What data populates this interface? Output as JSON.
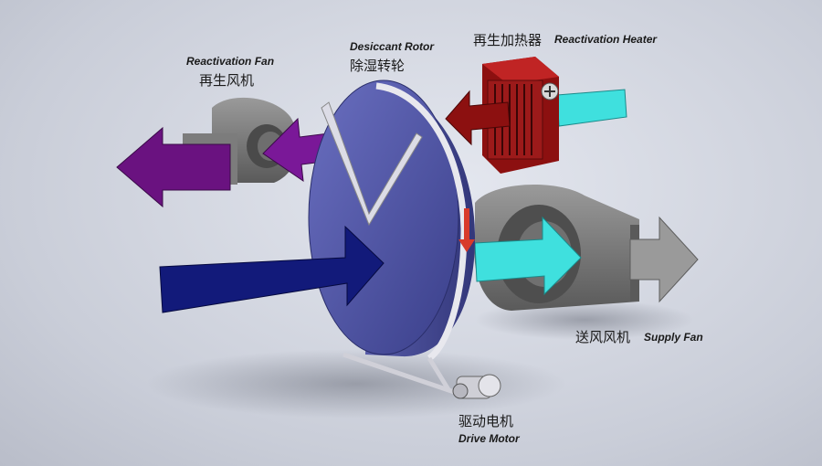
{
  "labels": {
    "reactivation_fan": {
      "en": "Reactivation Fan",
      "zh": "再生风机"
    },
    "desiccant_rotor": {
      "en": "Desiccant Rotor",
      "zh": "除湿转轮"
    },
    "reactivation_heater": {
      "en": "Reactivation Heater",
      "zh": "再生加热器"
    },
    "supply_fan": {
      "en": "Supply Fan",
      "zh": "送风风机"
    },
    "drive_motor": {
      "en": "Drive Motor",
      "zh": "驱动电机"
    }
  },
  "colors": {
    "process_air": "#121a7a",
    "reactivation_air": "#6a1280",
    "heated_air": "#8c1010",
    "supply_air": "#3fe0de",
    "exhaust_air": "#8c8c8c",
    "rotor": "#4a4f9a",
    "heater": "#a01818"
  }
}
